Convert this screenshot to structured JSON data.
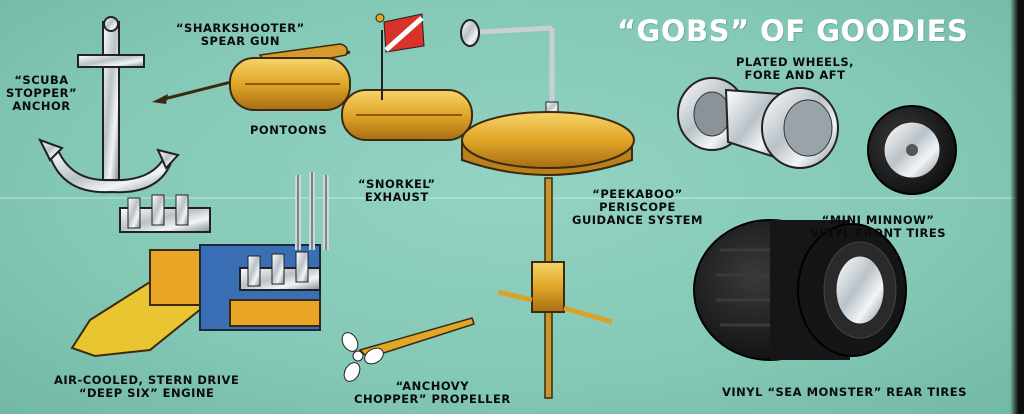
{
  "headline": "“GOBS” OF GOODIES",
  "labels": {
    "anchor": [
      "“SCUBA",
      "STOPPER”",
      "ANCHOR"
    ],
    "spear_gun": [
      "“SHARKSHOOTER”",
      "SPEAR GUN"
    ],
    "pontoons": "PONTOONS",
    "snorkel": [
      "“SNORKEL”",
      "EXHAUST"
    ],
    "periscope": [
      "“PEEKABOO”",
      "PERISCOPE",
      "GUIDANCE SYSTEM"
    ],
    "wheels": [
      "PLATED WHEELS,",
      "FORE AND AFT"
    ],
    "front_tires": [
      "“MINI MINNOW”",
      "VINYL FRONT TIRES"
    ],
    "engine": [
      "AIR-COOLED, STERN DRIVE",
      "“DEEP SIX” ENGINE"
    ],
    "propeller": [
      "“ANCHOVY",
      "CHOPPER” PROPELLER"
    ],
    "rear_tires": "VINYL “SEA MONSTER” REAR TIRES"
  },
  "colors": {
    "background": "#8ccfbf",
    "gold": "#e0a628",
    "chrome": "#d7dde2",
    "tire": "#1b1b1b",
    "engine_blue": "#3a6fb5",
    "flag_red": "#d8322a"
  }
}
